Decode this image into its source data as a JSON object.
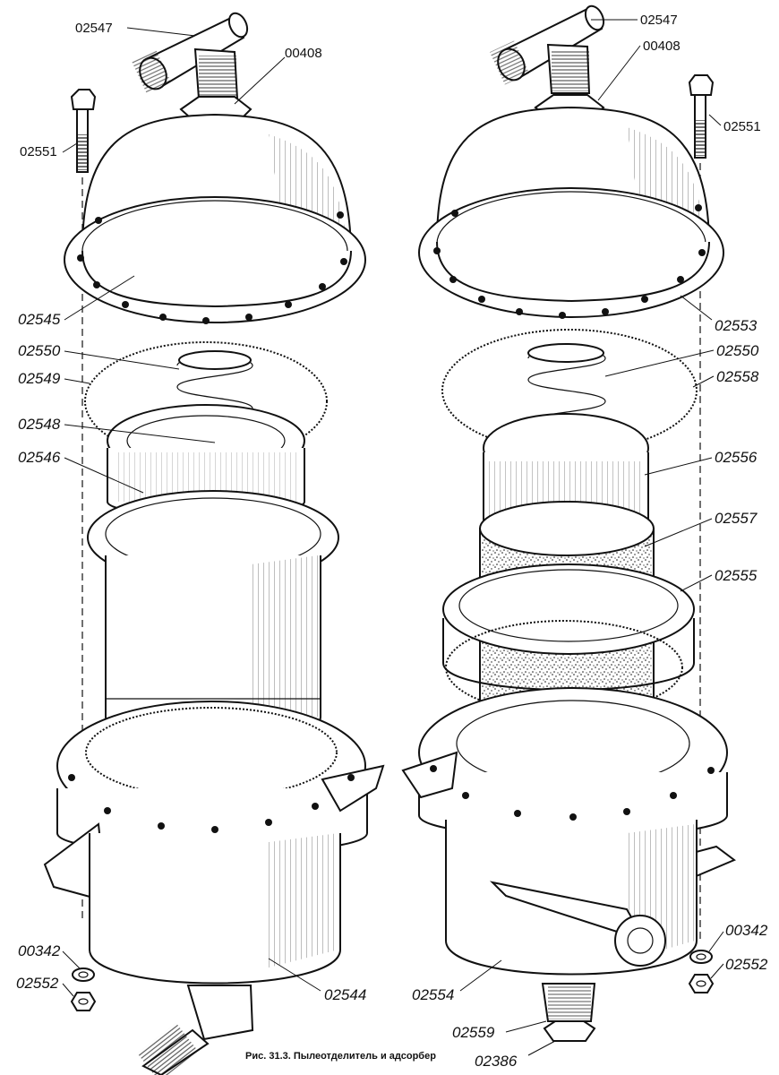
{
  "caption": "Рис. 31.3. Пылеотделитель и адсорбер",
  "left_assembly": {
    "labels": [
      "02547",
      "00408",
      "02551",
      "02545",
      "02550",
      "02549",
      "02548",
      "02546",
      "00342",
      "02552",
      "02544"
    ]
  },
  "right_assembly": {
    "labels": [
      "02547",
      "00408",
      "02551",
      "02553",
      "02550",
      "02558",
      "02556",
      "02557",
      "02555",
      "00342",
      "02552",
      "02554",
      "02559",
      "02386"
    ]
  }
}
